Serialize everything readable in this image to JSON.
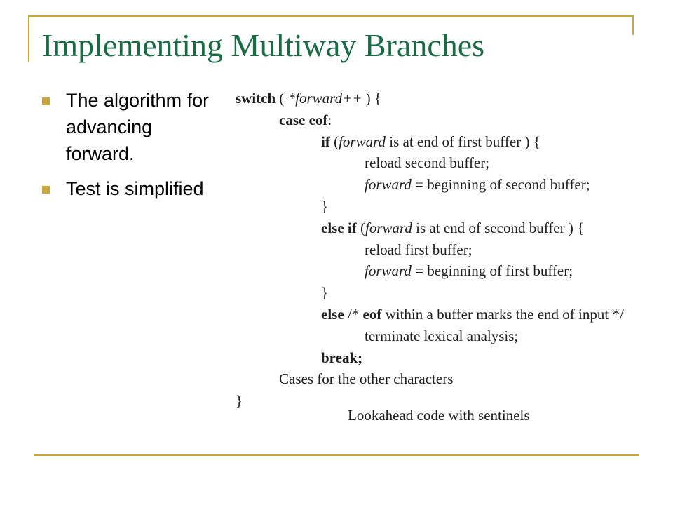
{
  "slide": {
    "title": "Implementing Multiway Branches",
    "bullets": [
      {
        "text": "The algorithm for advancing forward."
      },
      {
        "text": "Test is simplified"
      }
    ]
  },
  "code_figure": {
    "lines": [
      {
        "indent": 0,
        "segments": [
          {
            "text": "switch",
            "bold": true
          },
          {
            "text": " ( "
          },
          {
            "text": "*forward++",
            "italic": true
          },
          {
            "text": " ) {"
          }
        ]
      },
      {
        "indent": 1,
        "segments": [
          {
            "text": "case eof",
            "bold": true
          },
          {
            "text": ":"
          }
        ]
      },
      {
        "indent": 2,
        "segments": [
          {
            "text": "if",
            "bold": true
          },
          {
            "text": " ("
          },
          {
            "text": "forward",
            "italic": true
          },
          {
            "text": " is at end of first buffer ) {"
          }
        ]
      },
      {
        "indent": 3,
        "segments": [
          {
            "text": "reload second buffer;"
          }
        ]
      },
      {
        "indent": 3,
        "segments": [
          {
            "text": "forward",
            "italic": true
          },
          {
            "text": " = beginning of second buffer;"
          }
        ]
      },
      {
        "indent": 2,
        "segments": [
          {
            "text": "}"
          }
        ]
      },
      {
        "indent": 2,
        "segments": [
          {
            "text": "else if",
            "bold": true
          },
          {
            "text": " ("
          },
          {
            "text": "forward",
            "italic": true
          },
          {
            "text": " is at end of second buffer ) {"
          }
        ]
      },
      {
        "indent": 3,
        "segments": [
          {
            "text": "reload first buffer;"
          }
        ]
      },
      {
        "indent": 3,
        "segments": [
          {
            "text": "forward",
            "italic": true
          },
          {
            "text": " = beginning of first buffer;"
          }
        ]
      },
      {
        "indent": 2,
        "segments": [
          {
            "text": "}"
          }
        ]
      },
      {
        "indent": 2,
        "segments": [
          {
            "text": "else",
            "bold": true
          },
          {
            "text": " /* "
          },
          {
            "text": "eof",
            "bold": true
          },
          {
            "text": " within a buffer marks the end of input */"
          }
        ]
      },
      {
        "indent": 3,
        "segments": [
          {
            "text": "terminate lexical analysis;"
          }
        ]
      },
      {
        "indent": 2,
        "segments": [
          {
            "text": "break;",
            "bold": true
          }
        ]
      },
      {
        "indent": 1,
        "segments": [
          {
            "text": "Cases for the other characters"
          }
        ]
      },
      {
        "indent": 0,
        "segments": [
          {
            "text": "}"
          }
        ]
      }
    ],
    "caption": "Lookahead code with sentinels"
  },
  "colors": {
    "title": "#1a6b45",
    "accent": "#c9a640"
  }
}
